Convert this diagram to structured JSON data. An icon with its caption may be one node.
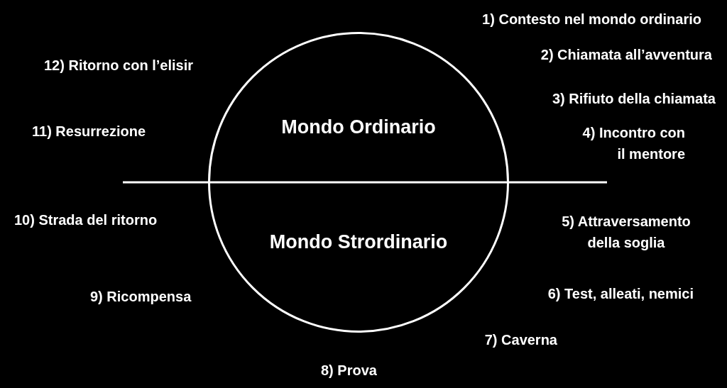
{
  "diagram": {
    "nodes": [
      {
        "text": [
          "Mondo Ordinario",
          "Mondo Strordinario"
        ]
      }
    ],
    "edges": [],
    "labels": [
      "1) Contesto nel mondo ordinario",
      "2) Chiamata all’avventura",
      "3) Rifiuto della chiamata",
      "4) Incontro con il mentore",
      "5) Attraversamento della soglia",
      "6) Test, alleati, nemici",
      "7) Caverna",
      "8) Prova",
      "9) Ricompensa",
      "10) Strada del ritorno",
      "11) Resurrezione",
      "12) Ritorno con l’elisir"
    ]
  }
}
